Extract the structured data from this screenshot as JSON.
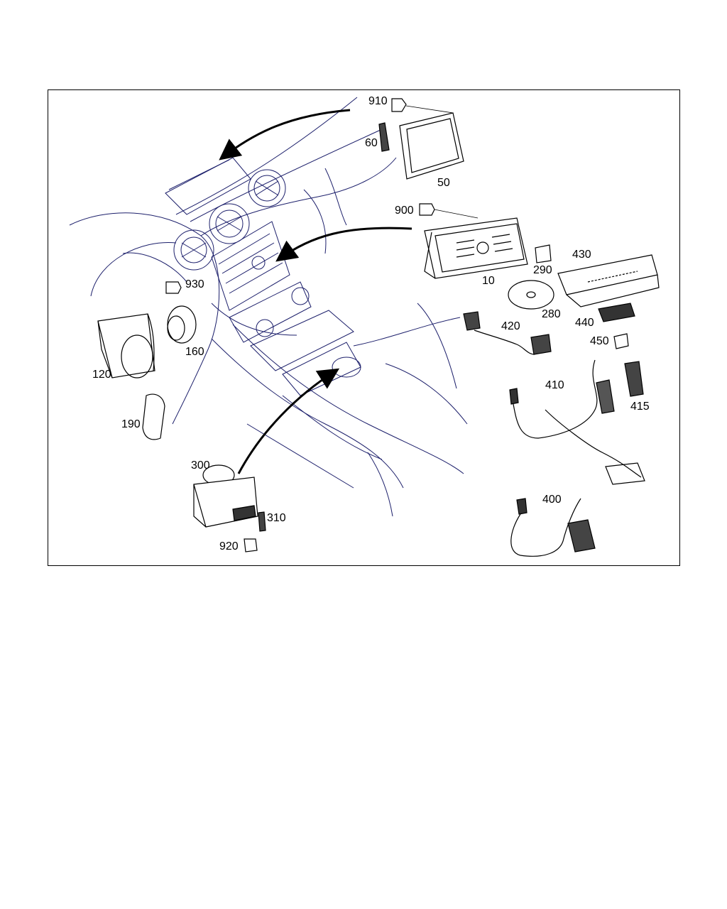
{
  "diagram": {
    "colors": {
      "line": "#1c1f6b",
      "part": "#000000",
      "arrow": "#000000"
    },
    "callouts": [
      {
        "id": "c910",
        "text": "910"
      },
      {
        "id": "c60",
        "text": "60"
      },
      {
        "id": "c50",
        "text": "50"
      },
      {
        "id": "c900",
        "text": "900"
      },
      {
        "id": "c10",
        "text": "10"
      },
      {
        "id": "c290",
        "text": "290"
      },
      {
        "id": "c430",
        "text": "430"
      },
      {
        "id": "c280",
        "text": "280"
      },
      {
        "id": "c930",
        "text": "930"
      },
      {
        "id": "c420",
        "text": "420"
      },
      {
        "id": "c440",
        "text": "440"
      },
      {
        "id": "c450",
        "text": "450"
      },
      {
        "id": "c160",
        "text": "160"
      },
      {
        "id": "c120",
        "text": "120"
      },
      {
        "id": "c410",
        "text": "410"
      },
      {
        "id": "c415",
        "text": "415"
      },
      {
        "id": "c190",
        "text": "190"
      },
      {
        "id": "c300",
        "text": "300"
      },
      {
        "id": "c400",
        "text": "400"
      },
      {
        "id": "c310",
        "text": "310"
      },
      {
        "id": "c920",
        "text": "920"
      }
    ]
  }
}
